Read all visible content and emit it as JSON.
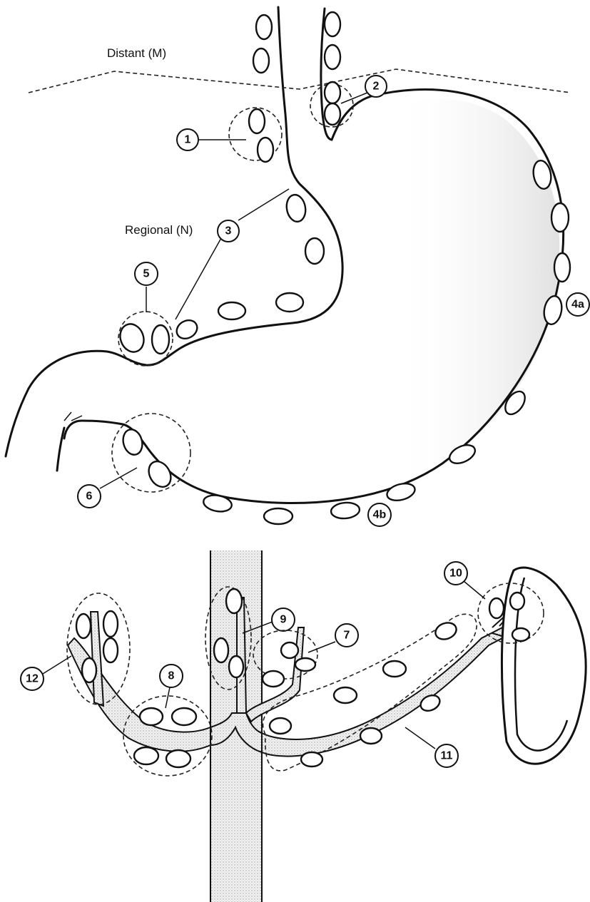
{
  "labels": {
    "distant": "Distant (M)",
    "regional": "Regional (N)"
  },
  "callouts": {
    "n1": "1",
    "n2": "2",
    "n3": "3",
    "n4a": "4a",
    "n4b": "4b",
    "n5": "5",
    "n6": "6",
    "n7": "7",
    "n8": "8",
    "n9": "9",
    "n10": "10",
    "n11": "11",
    "n12": "12"
  },
  "colors": {
    "stroke": "#111111",
    "stipple": "#e6e6e6",
    "background": "#ffffff"
  }
}
